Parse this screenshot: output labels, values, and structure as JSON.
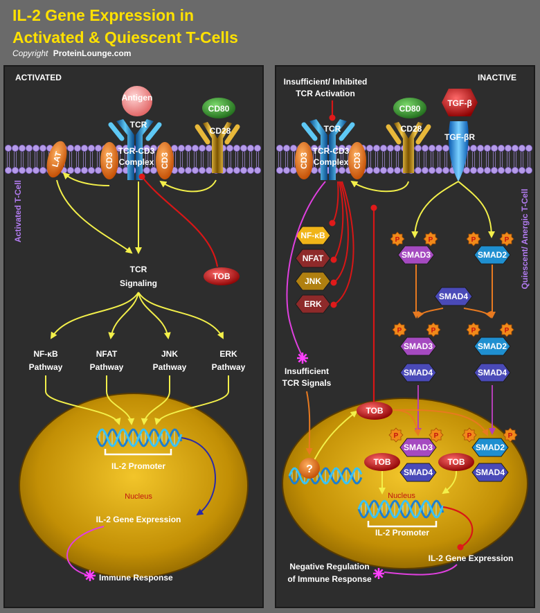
{
  "header": {
    "title_line1": "IL-2 Gene Expression in",
    "title_line2": "Activated & Quiescent T-Cells",
    "copyright": "Copyright",
    "brand": "ProteinLounge.com"
  },
  "colors": {
    "background": "#6a6a6a",
    "panel": "#2d2d2d",
    "title": "#ffe100",
    "yellow_arrow": "#f3f04a",
    "red_inhibition": "#d81616",
    "magenta_path": "#e040e0",
    "orange_arrow": "#e87a20",
    "purple_arrow": "#a23aa8",
    "membrane": "#b59be8",
    "nucleus": "#c99a08"
  },
  "left": {
    "panel_title": "ACTIVATED",
    "side_label": "Activated T-Cell",
    "antigen": "Antigen",
    "tcr": "TCR",
    "tcr_cd3_complex": [
      "TCR-CD3",
      "Complex"
    ],
    "cd3": "CD3",
    "lat": "LAT",
    "cd80": "CD80",
    "cd28": "CD28",
    "tob": "TOB",
    "tcr_signaling": [
      "TCR",
      "Signaling"
    ],
    "pathways": [
      {
        "name": "NF-κB",
        "suffix": "Pathway"
      },
      {
        "name": "NFAT",
        "suffix": "Pathway"
      },
      {
        "name": "JNK",
        "suffix": "Pathway"
      },
      {
        "name": "ERK",
        "suffix": "Pathway"
      }
    ],
    "il2_promoter": "IL-2 Promoter",
    "nucleus": "Nucleus",
    "gene_expression": "IL-2 Gene Expression",
    "immune_response": "Immune Response"
  },
  "right": {
    "panel_title": "INACTIVE",
    "side_label": "Quiescent/ Anergic T-Cell",
    "insufficient_activation": [
      "Insufficient/ Inhibited",
      "TCR Activation"
    ],
    "tcr": "TCR",
    "tcr_cd3_complex": [
      "TCR-CD3",
      "Complex"
    ],
    "cd3": "CD3",
    "cd80": "CD80",
    "cd28": "CD28",
    "tgfb": "TGF-β",
    "tgfbr": "TGF-βR",
    "kinases": [
      "NF-κB",
      "NFAT",
      "JNK",
      "ERK"
    ],
    "smad3": "SMAD3",
    "smad2": "SMAD2",
    "smad4": "SMAD4",
    "p": "P",
    "insufficient_signals": [
      "Insufficient",
      "TCR Signals"
    ],
    "tob": "TOB",
    "question": "?",
    "nucleus": "Nucleus",
    "il2_promoter": "IL-2 Promoter",
    "gene_expression": "IL-2 Gene Expression",
    "negative_regulation": [
      "Negative Regulation",
      "of Immune Response"
    ]
  }
}
